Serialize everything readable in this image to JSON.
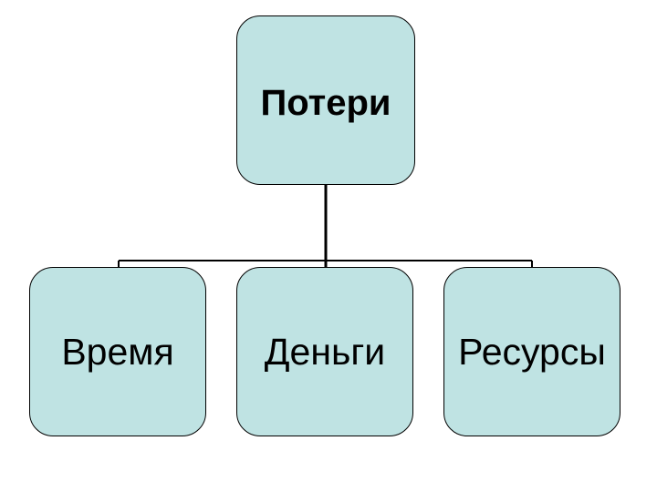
{
  "diagram": {
    "root": {
      "label": "Потери"
    },
    "children": [
      {
        "id": "time",
        "label": "Время"
      },
      {
        "id": "money",
        "label": "Деньги"
      },
      {
        "id": "resources",
        "label": "Ресурсы"
      }
    ],
    "colors": {
      "node_fill": "#bfe3e3",
      "node_border": "#000000",
      "connector": "#000000",
      "background": "#ffffff"
    }
  }
}
